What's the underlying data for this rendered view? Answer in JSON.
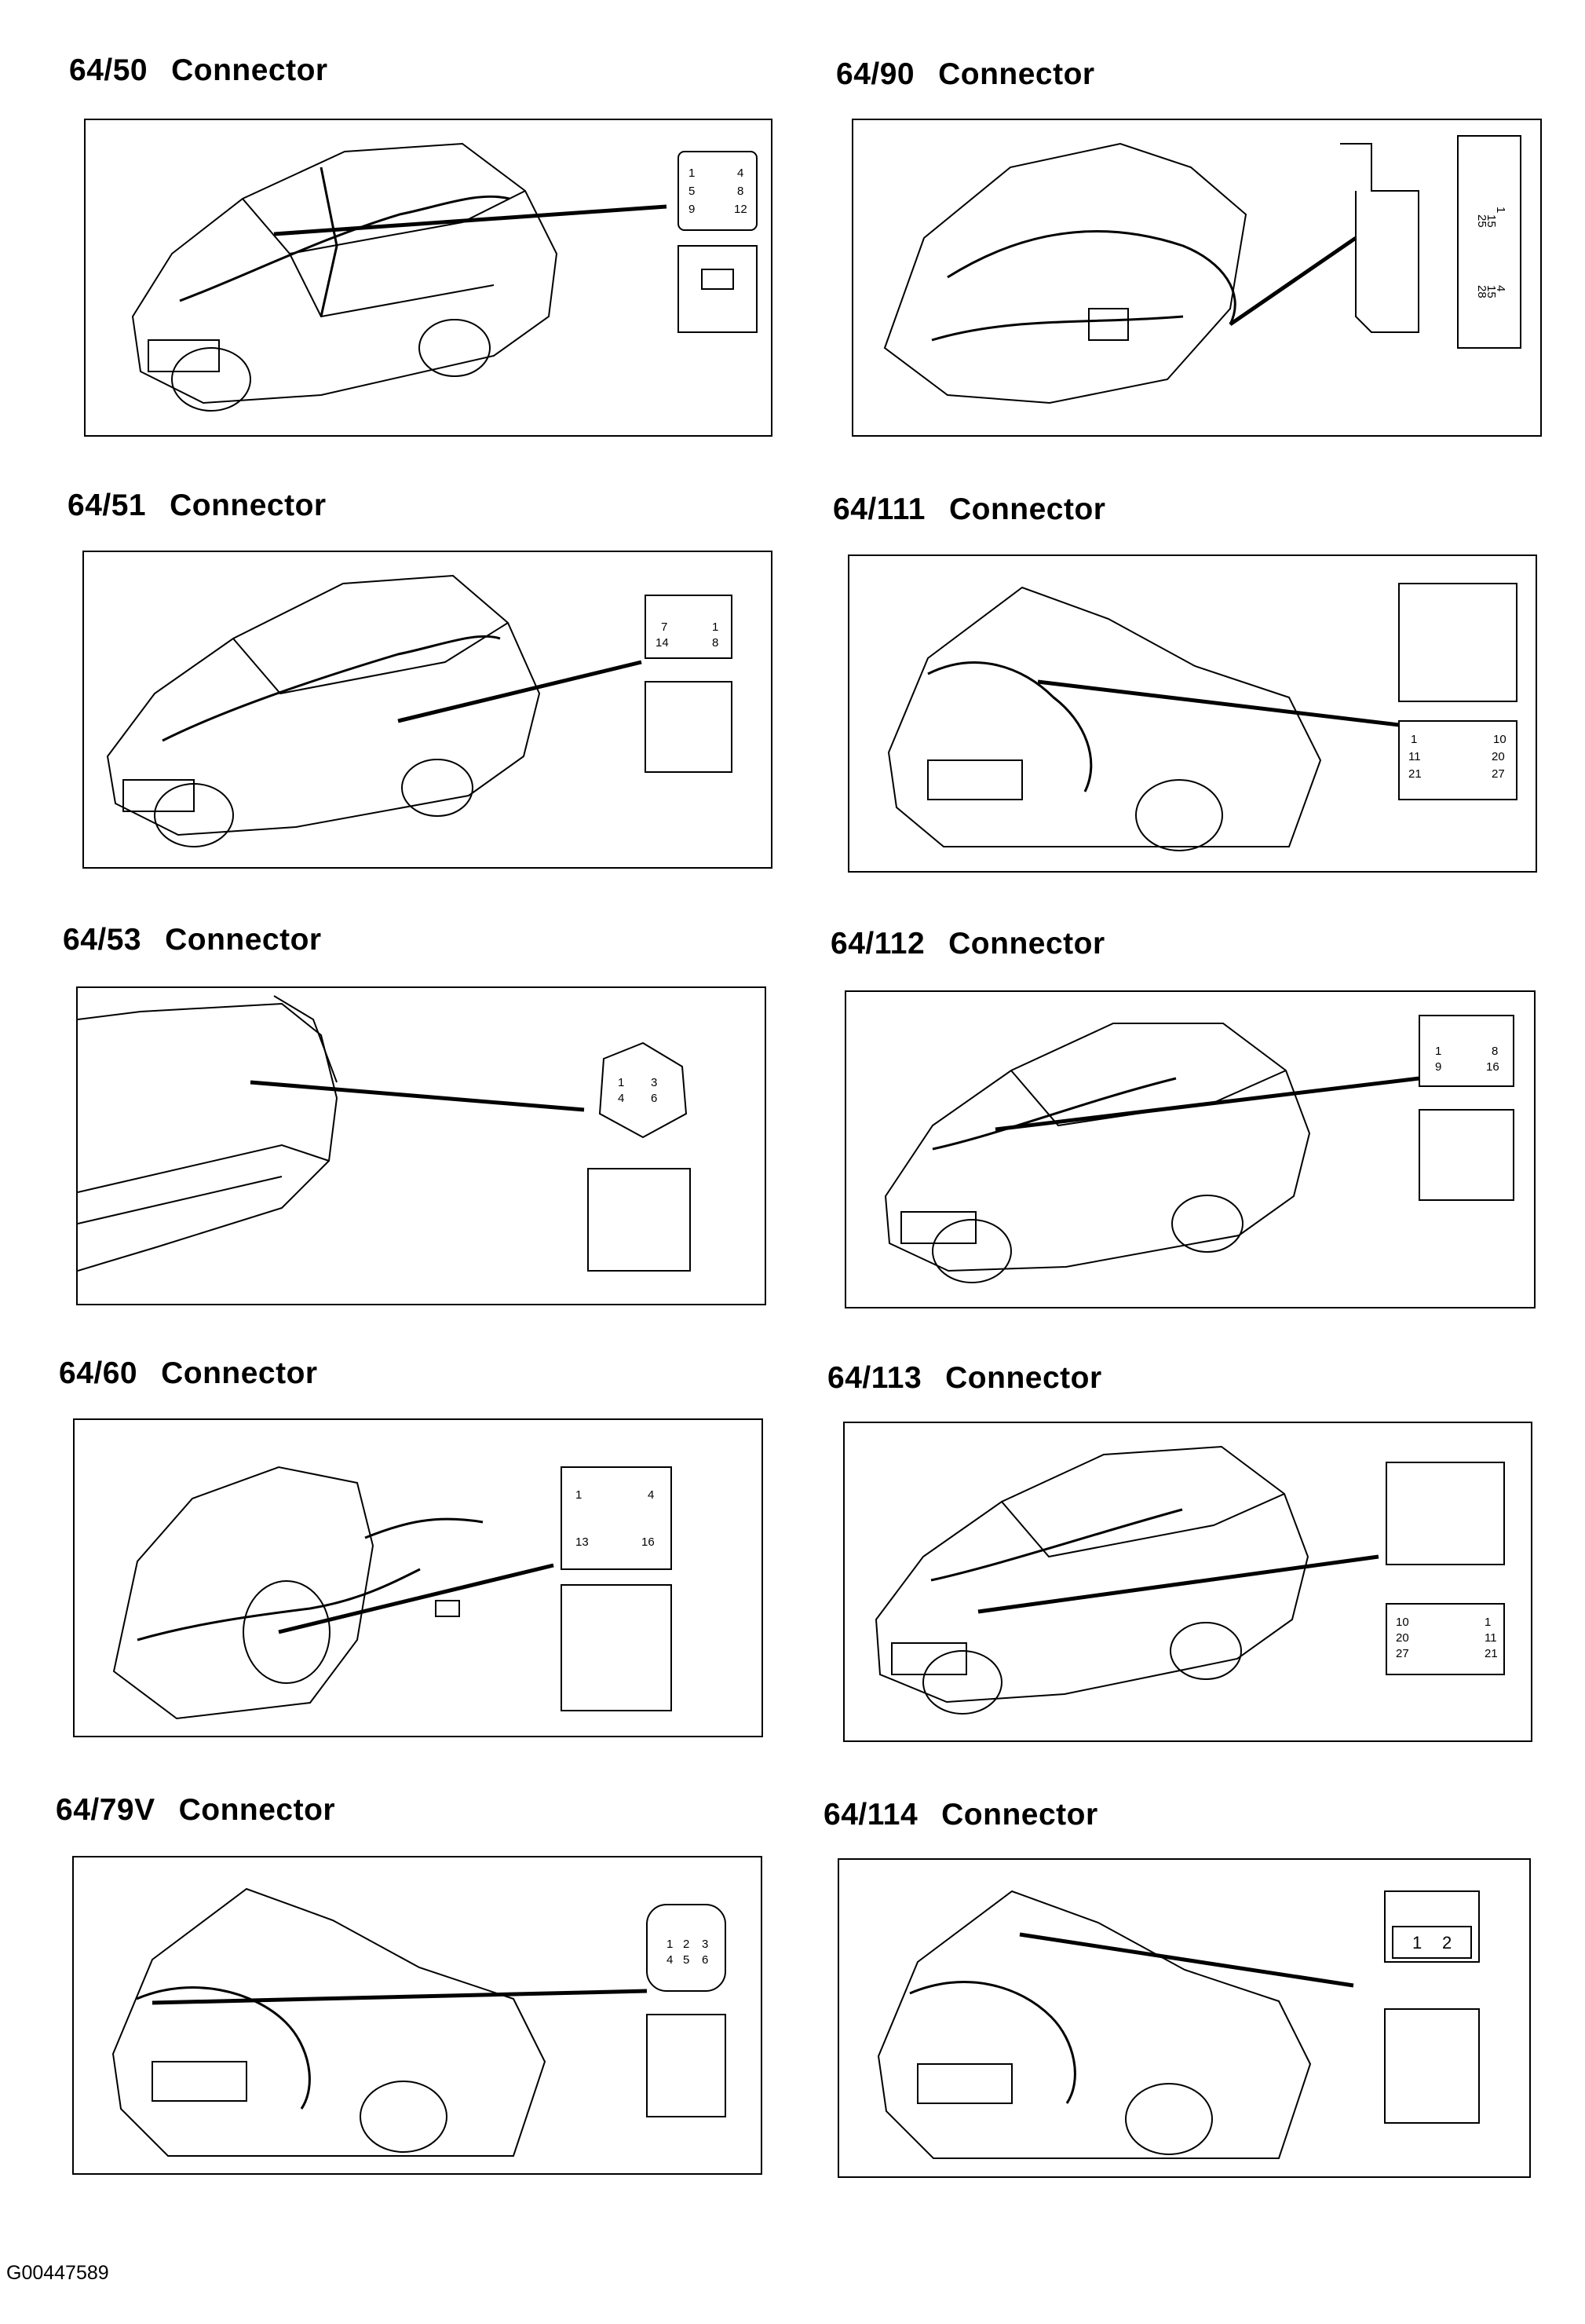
{
  "connectors": [
    {
      "id": "64/50",
      "label": "Connector",
      "scene": "car-full",
      "view": "plug-8",
      "pins": [
        "1",
        "4",
        "5",
        "8",
        "9",
        "12"
      ]
    },
    {
      "id": "64/90",
      "label": "Connector",
      "scene": "engine",
      "view": "strip",
      "pins": [
        "1",
        "15",
        "25",
        "4",
        "15",
        "28"
      ]
    },
    {
      "id": "64/51",
      "label": "Connector",
      "scene": "car-full",
      "view": "plug-14",
      "pins": [
        "7",
        "1",
        "14",
        "8"
      ]
    },
    {
      "id": "64/111",
      "label": "Connector",
      "scene": "car-front",
      "view": "plug-27",
      "pins": [
        "1",
        "10",
        "11",
        "20",
        "21",
        "27"
      ]
    },
    {
      "id": "64/53",
      "label": "Connector",
      "scene": "rear",
      "view": "hex",
      "pins": [
        "1",
        "3",
        "4",
        "6"
      ]
    },
    {
      "id": "64/112",
      "label": "Connector",
      "scene": "car-full",
      "view": "plug-16",
      "pins": [
        "1",
        "8",
        "9",
        "16"
      ]
    },
    {
      "id": "64/60",
      "label": "Connector",
      "scene": "engine-side",
      "view": "plug-16b",
      "pins": [
        "1",
        "4",
        "13",
        "16"
      ]
    },
    {
      "id": "64/113",
      "label": "Connector",
      "scene": "car-full",
      "view": "plug-27b",
      "pins": [
        "10",
        "1",
        "20",
        "11",
        "27",
        "21"
      ]
    },
    {
      "id": "64/79V",
      "label": "Connector",
      "scene": "car-front",
      "view": "oval-6",
      "pins": [
        "1",
        "2",
        "3",
        "4",
        "5",
        "6"
      ]
    },
    {
      "id": "64/114",
      "label": "Connector",
      "scene": "car-front",
      "view": "plug-2",
      "pins": [
        "1",
        "2"
      ]
    }
  ],
  "footer": "G00447589"
}
